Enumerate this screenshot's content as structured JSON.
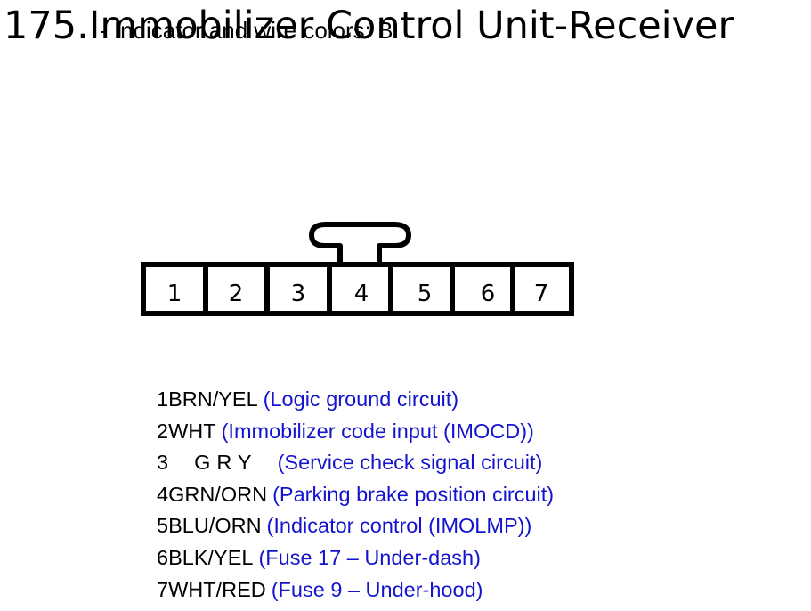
{
  "title": "175.Immobilizer Control Unit-Receiver",
  "subtitle": "- Indicator and wire colors: B",
  "connector": {
    "terminals": [
      "1",
      "2",
      "3",
      "4",
      "5",
      "6",
      "7"
    ]
  },
  "legend": [
    {
      "pin": "1",
      "wire": "BRN/YEL",
      "desc": "(Logic ground circuit)"
    },
    {
      "pin": "2",
      "wire": "WHT",
      "desc": "(Immobilizer code input (IMOCD))"
    },
    {
      "pin": "3",
      "wire": "GRY",
      "desc": "(Service check signal circuit)"
    },
    {
      "pin": "4",
      "wire": "GRN/ORN",
      "desc": "(Parking brake position circuit)"
    },
    {
      "pin": "5",
      "wire": "BLU/ORN",
      "desc": "(Indicator control (IMOLMP))"
    },
    {
      "pin": "6",
      "wire": "BLK/YEL",
      "desc": "(Fuse 17 – Under-dash)"
    },
    {
      "pin": "7",
      "wire": "WHT/RED",
      "desc": "(Fuse 9 – Under-hood)"
    }
  ],
  "colors": {
    "description_text": "#1414ce",
    "outline": "#000000"
  }
}
